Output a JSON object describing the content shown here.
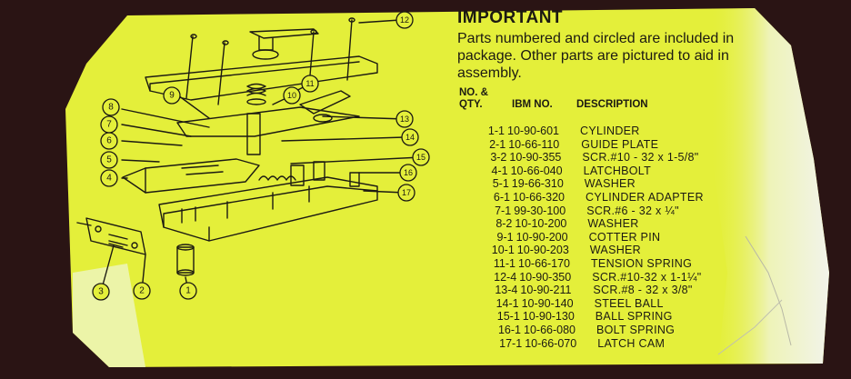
{
  "title": "IMPORTANT",
  "intro": "Parts numbered and circled are included in package. Other parts are pictured to aid in assembly.",
  "headers": {
    "no_qty": "NO. & QTY.",
    "ibm_no": "IBM NO.",
    "description": "DESCRIPTION"
  },
  "parts": [
    {
      "qty": "1-1",
      "ibm": "10-90-601",
      "desc": "CYLINDER"
    },
    {
      "qty": "2-1",
      "ibm": "10-66-110",
      "desc": "GUIDE PLATE"
    },
    {
      "qty": "3-2",
      "ibm": "10-90-355",
      "desc": "SCR.#10 - 32 x 1-5/8\""
    },
    {
      "qty": "4-1",
      "ibm": "10-66-040",
      "desc": "LATCHBOLT"
    },
    {
      "qty": "5-1",
      "ibm": "19-66-310",
      "desc": "WASHER"
    },
    {
      "qty": "6-1",
      "ibm": "10-66-320",
      "desc": "CYLINDER ADAPTER"
    },
    {
      "qty": "7-1",
      "ibm": "99-30-100",
      "desc": "SCR.#6 - 32 x ¼\""
    },
    {
      "qty": "8-2",
      "ibm": "10-10-200",
      "desc": "WASHER"
    },
    {
      "qty": "9-1",
      "ibm": "10-90-200",
      "desc": "COTTER PIN"
    },
    {
      "qty": "10-1",
      "ibm": "10-90-203",
      "desc": "WASHER"
    },
    {
      "qty": "11-1",
      "ibm": "10-66-170",
      "desc": "TENSION SPRING"
    },
    {
      "qty": "12-4",
      "ibm": "10-90-350",
      "desc": "SCR.#10-32 x 1-1¼\""
    },
    {
      "qty": "13-4",
      "ibm": "10-90-211",
      "desc": "SCR.#8 - 32 x 3/8\""
    },
    {
      "qty": "14-1",
      "ibm": "10-90-140",
      "desc": "STEEL BALL"
    },
    {
      "qty": "15-1",
      "ibm": "10-90-130",
      "desc": "BALL SPRING"
    },
    {
      "qty": "16-1",
      "ibm": "10-66-080",
      "desc": "BOLT SPRING"
    },
    {
      "qty": "17-1",
      "ibm": "10-66-070",
      "desc": "LATCH CAM"
    }
  ],
  "callouts": [
    "1",
    "2",
    "3",
    "4",
    "5",
    "6",
    "7",
    "8",
    "9",
    "10",
    "11",
    "12",
    "13",
    "14",
    "15",
    "16",
    "17"
  ],
  "colors": {
    "card": "#e4ef3a",
    "ink": "#1c1a12",
    "background": "#2a1414",
    "worn_paper": "#ecefe2"
  }
}
